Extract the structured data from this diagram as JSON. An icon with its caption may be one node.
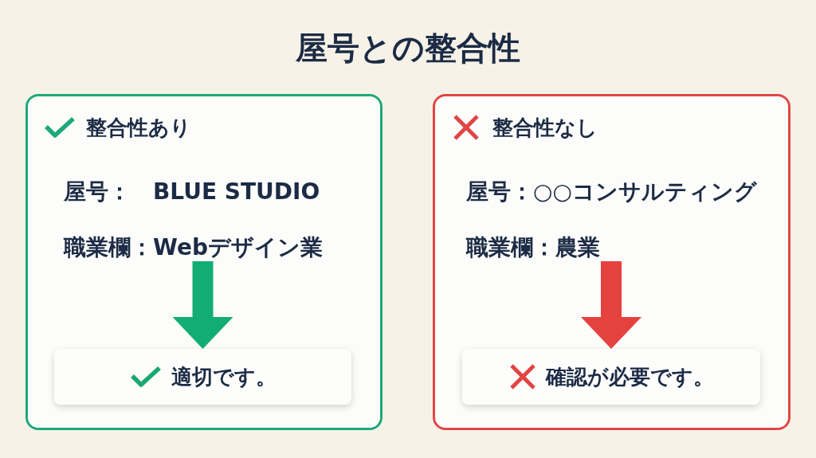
{
  "diagram": {
    "title": "屋号との整合性",
    "nodes": [
      {
        "text": [
          "整合性あり"
        ]
      },
      {
        "text": [
          "屋号：　BLUE STUDIO",
          "職業欄：Webデザイン業"
        ],
        "in": 0
      },
      {
        "text": [
          "適切です。"
        ],
        "in": 0
      },
      {
        "text": [
          "整合性なし"
        ]
      },
      {
        "text": [
          "屋号：○○コンサルティング",
          "職業欄：農業"
        ],
        "in": 3
      },
      {
        "text": [
          "確認が必要です。"
        ],
        "in": 3
      }
    ],
    "edges": [
      {
        "from": 1,
        "to": 2,
        "arrow": "to",
        "color": "#12ad76"
      },
      {
        "from": 4,
        "to": 5,
        "arrow": "to",
        "color": "#e5413f"
      }
    ]
  }
}
